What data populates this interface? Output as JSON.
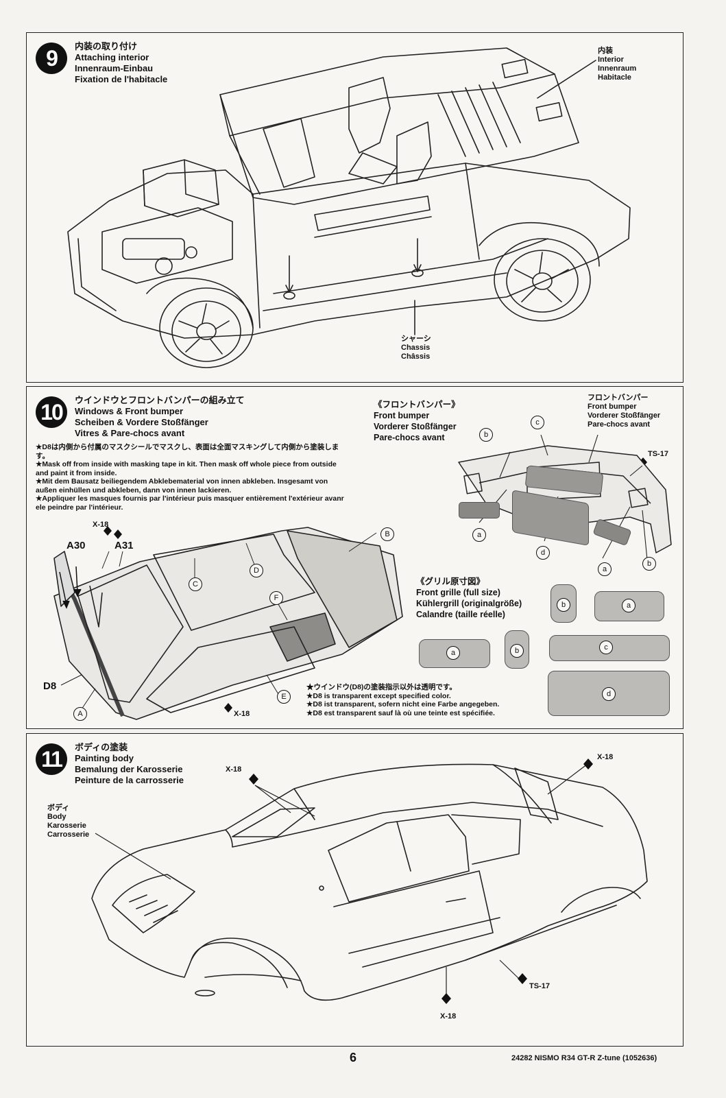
{
  "step9": {
    "number": "9",
    "title": [
      "内装の取り付け",
      "Attaching interior",
      "Innenraum-Einbau",
      "Fixation de l'habitacle"
    ],
    "interior_label": [
      "内装",
      "Interior",
      "Innenraum",
      "Habitacle"
    ],
    "chassis_label": [
      "シャーシ",
      "Chassis",
      "Châssis"
    ]
  },
  "step10": {
    "number": "10",
    "title": [
      "ウインドウとフロントバンパーの組み立て",
      "Windows & Front bumper",
      "Scheiben & Vordere Stoßfänger",
      "Vitres & Pare-chocs avant"
    ],
    "instructions": [
      "★D8は内側から付属のマスクシールでマスクし、表面は全面マスキングして内側から塗装します。",
      "★Mask off from inside with masking tape in kit. Then mask off whole piece from outside and paint it from inside.",
      "★Mit dem Bausatz beiliegendem Abklebematerial von innen abkleben. Insgesamt von außen einhüllen und abkleben, dann von innen lackieren.",
      "★Appliquer les masques fournis par l'intérieur puis masquer entièrement l'extérieur avanr ele peindre par l'intérieur."
    ],
    "front_bumper_heading": [
      "《フロントバンパー》",
      "Front bumper",
      "Vorderer Stoßfänger",
      "Pare-chocs avant"
    ],
    "front_bumper_label": [
      "フロントバンパー",
      "Front bumper",
      "Vorderer Stoßfänger",
      "Pare-chocs avant"
    ],
    "grille_heading": [
      "《グリル原寸図》",
      "Front grille (full size)",
      "Kühlergrill (originalgröße)",
      "Calandre (taille réelle)"
    ],
    "window_note": [
      "★ウインドウ(D8)の塗装指示以外は透明です。",
      "★D8 is transparent except specified color.",
      "★D8 ist transparent, sofern nicht eine Farbe angegeben.",
      "★D8 est transparent sauf là où une teinte est spécifiée."
    ],
    "parts": {
      "a30": "A30",
      "a31": "A31",
      "d8": "D8",
      "A": "A",
      "B": "B",
      "C": "C",
      "D": "D",
      "E": "E",
      "F": "F"
    },
    "masks": {
      "a": "a",
      "b": "b",
      "c": "c",
      "d": "d"
    },
    "paints": {
      "x18": "X-18",
      "ts17": "TS-17"
    }
  },
  "step11": {
    "number": "11",
    "title": [
      "ボディの塗装",
      "Painting body",
      "Bemalung der Karosserie",
      "Peinture de la carrosserie"
    ],
    "body_label": [
      "ボディ",
      "Body",
      "Karosserie",
      "Carrosserie"
    ],
    "paints": {
      "x18": "X-18",
      "ts17": "TS-17"
    }
  },
  "footer": {
    "page_number": "6",
    "product": "24282  NISMO R34 GT-R Z-tune  (1052636)"
  }
}
